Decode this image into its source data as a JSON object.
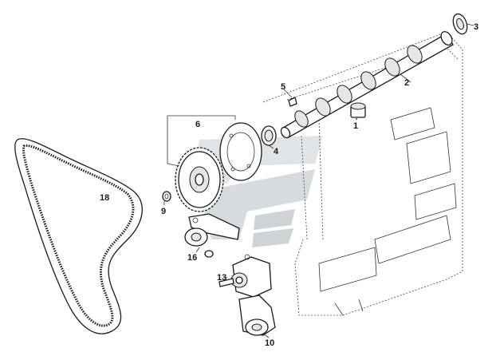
{
  "diagram": {
    "callouts": [
      "1",
      "2",
      "3",
      "4",
      "5",
      "6",
      "9",
      "10",
      "13",
      "16",
      "18"
    ]
  },
  "watermark": {
    "colors": [
      "#d9dee0",
      "#c6cdd0"
    ]
  }
}
